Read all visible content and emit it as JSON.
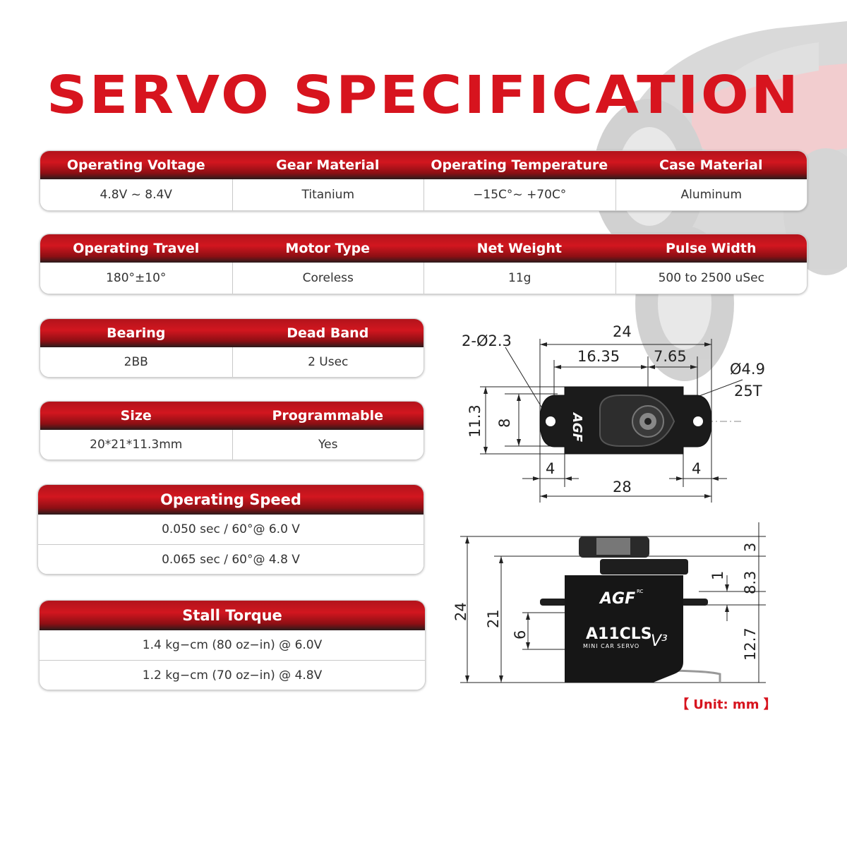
{
  "title": "SERVO SPECIFICATION",
  "specs_row1": {
    "headers": [
      "Operating Voltage",
      "Gear Material",
      "Operating Temperature",
      "Case Material"
    ],
    "values": [
      "4.8V ~ 8.4V",
      "Titanium",
      "−15C°~ +70C°",
      "Aluminum"
    ]
  },
  "specs_row2": {
    "headers": [
      "Operating Travel",
      "Motor Type",
      "Net Weight",
      "Pulse Width"
    ],
    "values": [
      "180°±10°",
      "Coreless",
      "11g",
      "500 to 2500 uSec"
    ]
  },
  "specs_row3": {
    "headers": [
      "Bearing",
      "Dead Band"
    ],
    "values": [
      "2BB",
      "2 Usec"
    ]
  },
  "specs_row4": {
    "headers": [
      "Size",
      "Programmable"
    ],
    "values": [
      "20*21*11.3mm",
      "Yes"
    ]
  },
  "operating_speed": {
    "header": "Operating Speed",
    "values": [
      "0.050 sec / 60°@ 6.0 V",
      "0.065 sec / 60°@ 4.8 V"
    ]
  },
  "stall_torque": {
    "header": "Stall Torque",
    "values": [
      "1.4 kg−cm (80 oz−in) @ 6.0V",
      "1.2 kg−cm (70 oz−in) @ 4.8V"
    ]
  },
  "top_view_dims": {
    "overall_top": "24",
    "left_span": "16.35",
    "right_span": "7.65",
    "holes": "2-Ø2.3",
    "spline_dia": "Ø4.9",
    "spline_teeth": "25T",
    "height_outer": "11.3",
    "height_inner": "8",
    "left_tab": "4",
    "right_tab": "4",
    "overall_bottom": "28"
  },
  "side_view_dims": {
    "total_height": "24",
    "body_height": "21",
    "tab_height": "6",
    "spline_height": "3",
    "top_section": "8.3",
    "tab_thickness": "1",
    "lower_section": "12.7"
  },
  "servo_labels": {
    "brand": "AGF",
    "brand_suffix": "RC",
    "model": "A11CLS",
    "version": "V³",
    "subtitle": "MINI CAR SERVO"
  },
  "unit_note": "【 Unit: mm 】"
}
